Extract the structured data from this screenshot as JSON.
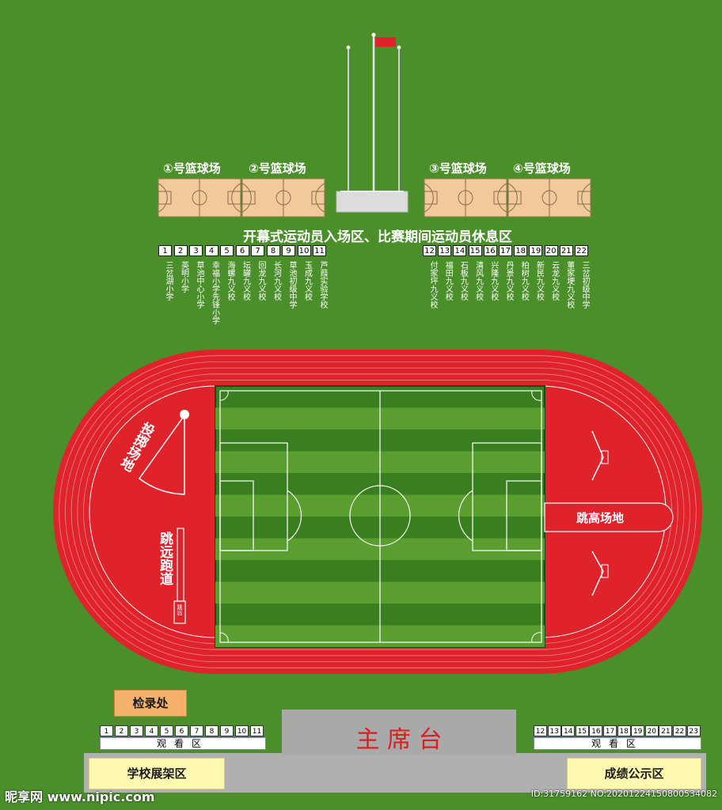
{
  "courts": [
    {
      "label": "①号篮球场"
    },
    {
      "label": "②号篮球场"
    },
    {
      "label": "③号篮球场"
    },
    {
      "label": "④号篮球场"
    }
  ],
  "zone_title": "开幕式运动员入场区、比赛期间运动员休息区",
  "schools_left": [
    {
      "num": "1",
      "name": "三岔湖小学"
    },
    {
      "num": "2",
      "name": "英明小学"
    },
    {
      "num": "3",
      "name": "草池中心小学"
    },
    {
      "num": "4",
      "name": "幸福小学先锋小学"
    },
    {
      "num": "5",
      "name": "海螺九义校"
    },
    {
      "num": "6",
      "name": "坛罐九义校"
    },
    {
      "num": "7",
      "name": "回龙九义校"
    },
    {
      "num": "8",
      "name": "长河九义校"
    },
    {
      "num": "9",
      "name": "草池初级中学"
    },
    {
      "num": "10",
      "name": "玉成九义校"
    },
    {
      "num": "11",
      "name": "芦葭实验学校"
    }
  ],
  "schools_right": [
    {
      "num": "12",
      "name": "付家坪九义校"
    },
    {
      "num": "13",
      "name": "福田九义校"
    },
    {
      "num": "14",
      "name": "石板九义校"
    },
    {
      "num": "15",
      "name": "清风九义校"
    },
    {
      "num": "16",
      "name": "兴隆九义校"
    },
    {
      "num": "17",
      "name": "丹景九义校"
    },
    {
      "num": "18",
      "name": "柏树九义校"
    },
    {
      "num": "19",
      "name": "新民九义校"
    },
    {
      "num": "20",
      "name": "云龙九义校"
    },
    {
      "num": "21",
      "name": "董家埂九义校"
    },
    {
      "num": "22",
      "name": "三岔初级中学"
    }
  ],
  "areas": {
    "throwing": "投掷场地",
    "long_jump": "跳远跑道",
    "long_jump_pit": "跳远",
    "high_jump": "跳高场地",
    "checkin": "检录处",
    "rostrum": "主 席 台",
    "school_display": "学校展架区",
    "results_board": "成绩公示区"
  },
  "stands_left": {
    "numbers": [
      "1",
      "2",
      "3",
      "4",
      "5",
      "6",
      "7",
      "8",
      "9",
      "10",
      "11"
    ],
    "label": "观看区"
  },
  "stands_right": {
    "numbers": [
      "12",
      "13",
      "14",
      "15",
      "16",
      "17",
      "18",
      "19",
      "20",
      "21",
      "22",
      "23"
    ],
    "label": "观看区"
  },
  "footer": {
    "watermark": "昵享网 www.nipic.com",
    "image_id": "ID:31759162 NO:20201224150800534082"
  },
  "colors": {
    "grass": "#4a8f2a",
    "track": "#e0232b",
    "field_dark": "#3a7f1f",
    "field_light": "#5a9e30",
    "court": "#f2c99a",
    "rostrum": "#a9a9a9",
    "panel": "#fff8b0",
    "checkin": "#f5b06a",
    "flag": "#e0232b"
  }
}
